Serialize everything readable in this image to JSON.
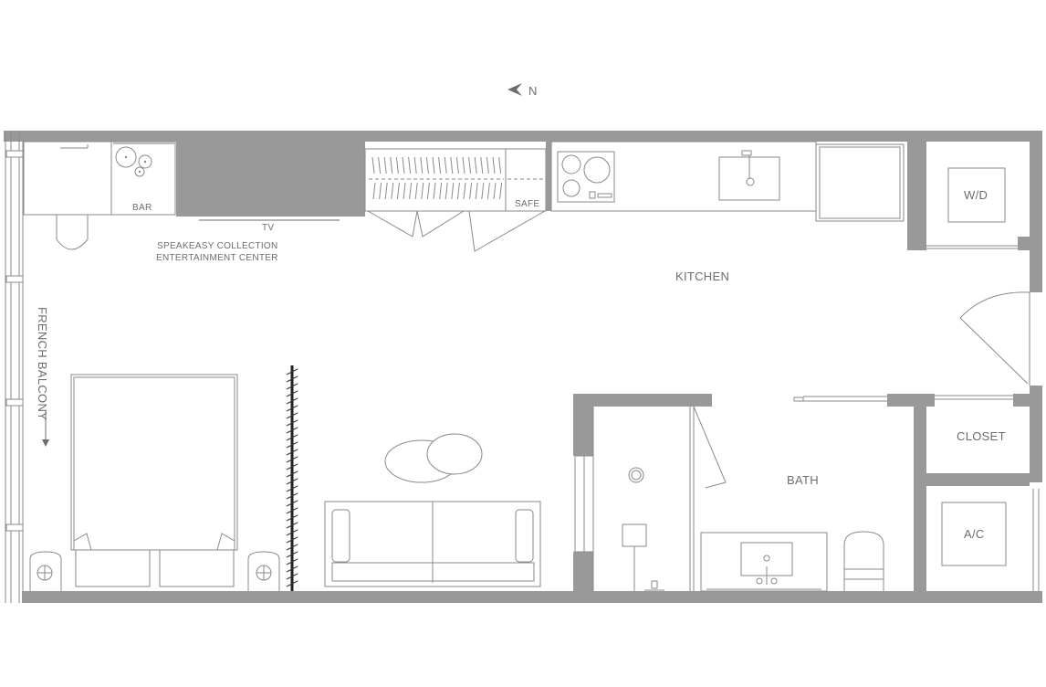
{
  "compass": {
    "label": "N"
  },
  "rooms": {
    "kitchen": "KITCHEN",
    "bath": "BATH",
    "closet": "CLOSET",
    "ac": "A/C",
    "wd": "W/D",
    "bar": "BAR",
    "safe": "SAFE",
    "tv": "TV"
  },
  "entertainment": {
    "line1": "SPEAKEASY COLLECTION",
    "line2": "ENTERTAINMENT CENTER"
  },
  "balcony": {
    "label": "FRENCH BALCONY"
  },
  "colors": {
    "wall": "#999999",
    "line": "#8a8a8a",
    "text": "#6d6d6d",
    "background": "#ffffff"
  }
}
